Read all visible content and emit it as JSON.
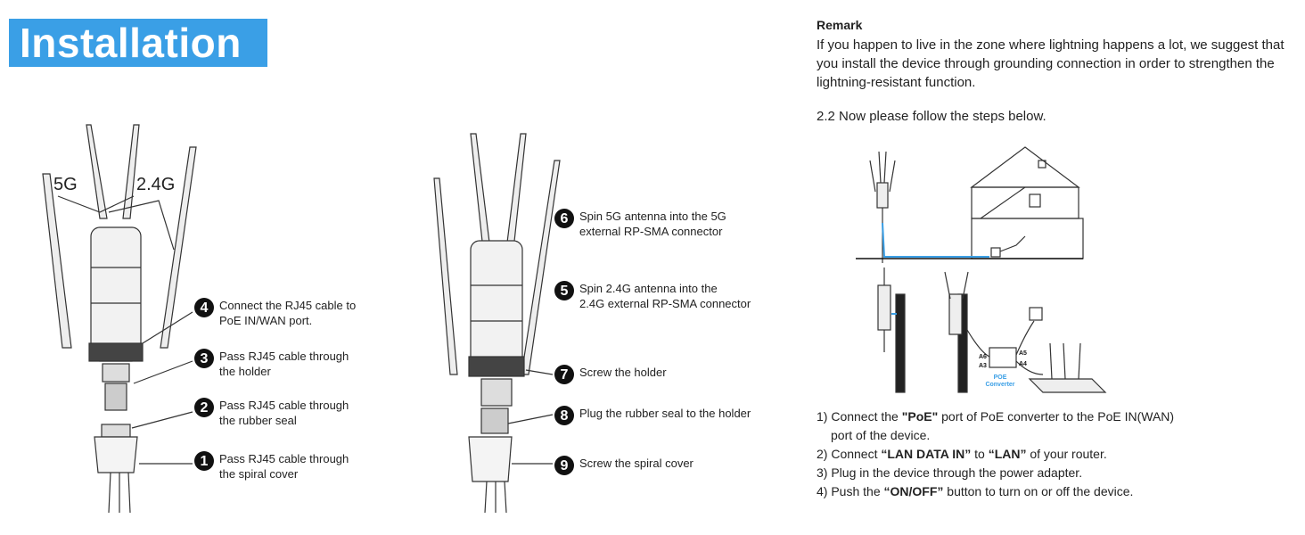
{
  "title": "Installation",
  "antenna_labels": {
    "five_g": "5G",
    "two_four_g": "2.4G"
  },
  "left_steps": [
    {
      "num": "4",
      "text": "Connect the RJ45 cable to\nPoE IN/WAN port."
    },
    {
      "num": "3",
      "text": "Pass RJ45 cable through\nthe holder"
    },
    {
      "num": "2",
      "text": "Pass RJ45 cable through\nthe rubber seal"
    },
    {
      "num": "1",
      "text": "Pass RJ45 cable through\nthe spiral cover"
    }
  ],
  "middle_steps": [
    {
      "num": "6",
      "text": "Spin 5G antenna into the 5G\nexternal RP-SMA connector"
    },
    {
      "num": "5",
      "text": "Spin 2.4G antenna into the\n2.4G external RP-SMA connector"
    },
    {
      "num": "7",
      "text": "Screw the holder"
    },
    {
      "num": "8",
      "text": "Plug the rubber seal to the holder"
    },
    {
      "num": "9",
      "text": "Screw the spiral cover"
    }
  ],
  "remark": {
    "title": "Remark",
    "text": "If you happen to live in the zone where lightning happens a lot, we suggest that you install the device through grounding connection in order to strengthen the lightning-resistant function."
  },
  "subheading": "2.2 Now please follow the steps below.",
  "diagram_labels": {
    "poe_line1": "POE",
    "poe_line2": "Converter",
    "a6": "A6",
    "a5": "A5",
    "a3": "A3",
    "a4": "A4"
  },
  "instructions": {
    "i1_pre": "1) Connect the ",
    "i1_bold": "\"PoE\"",
    "i1_post": " port of PoE converter to the PoE IN(WAN)",
    "i1_cont": "port of the device.",
    "i2_pre": "2) Connect ",
    "i2_bold1": "“LAN DATA IN”",
    "i2_mid": " to ",
    "i2_bold2": "“LAN”",
    "i2_post": " of your router.",
    "i3": "3) Plug in the device through the power adapter.",
    "i4_pre": "4) Push the ",
    "i4_bold": "“ON/OFF”",
    "i4_post": " button to turn on or off the device."
  }
}
